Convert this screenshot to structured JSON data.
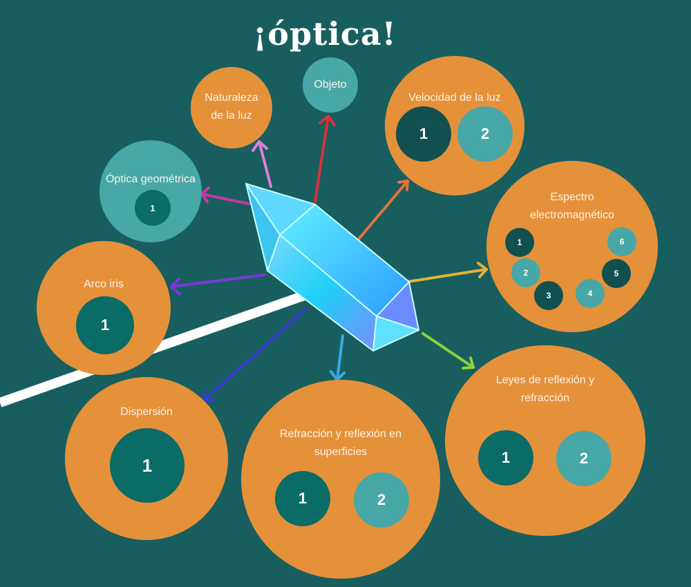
{
  "title": "¡óptica!",
  "colors": {
    "background": "#185e5e",
    "bubble": "#e5913a",
    "accent_teal": "#48a7a7",
    "dark_teal": "#0b6b66"
  },
  "nodes": {
    "naturaleza": {
      "label_lines": [
        "Naturaleza",
        "de la luz"
      ]
    },
    "objeto": {
      "label": "Objeto"
    },
    "velocidad": {
      "label": "Velocidad de la luz",
      "items": [
        "1",
        "2"
      ]
    },
    "optica_geometrica": {
      "label": "Óptica geométrica",
      "items": [
        "1"
      ]
    },
    "espectro": {
      "label_lines": [
        "Espectro",
        "electromagnético"
      ],
      "items": [
        "1",
        "2",
        "3",
        "4",
        "5",
        "6"
      ]
    },
    "arco_iris": {
      "label": "Arco iris",
      "items": [
        "1"
      ]
    },
    "dispersion": {
      "label": "Dispersión",
      "items": [
        "1"
      ]
    },
    "refraccion_superficies": {
      "label_lines": [
        "Refracción y reflexión en",
        "superficies"
      ],
      "items": [
        "1",
        "2"
      ]
    },
    "leyes": {
      "label_lines": [
        "Leyes de reflexión y",
        "refracción"
      ],
      "items": [
        "1",
        "2"
      ]
    }
  },
  "icons": {
    "center": "crystal-prism-icon",
    "connectors": "arrow-icon"
  }
}
